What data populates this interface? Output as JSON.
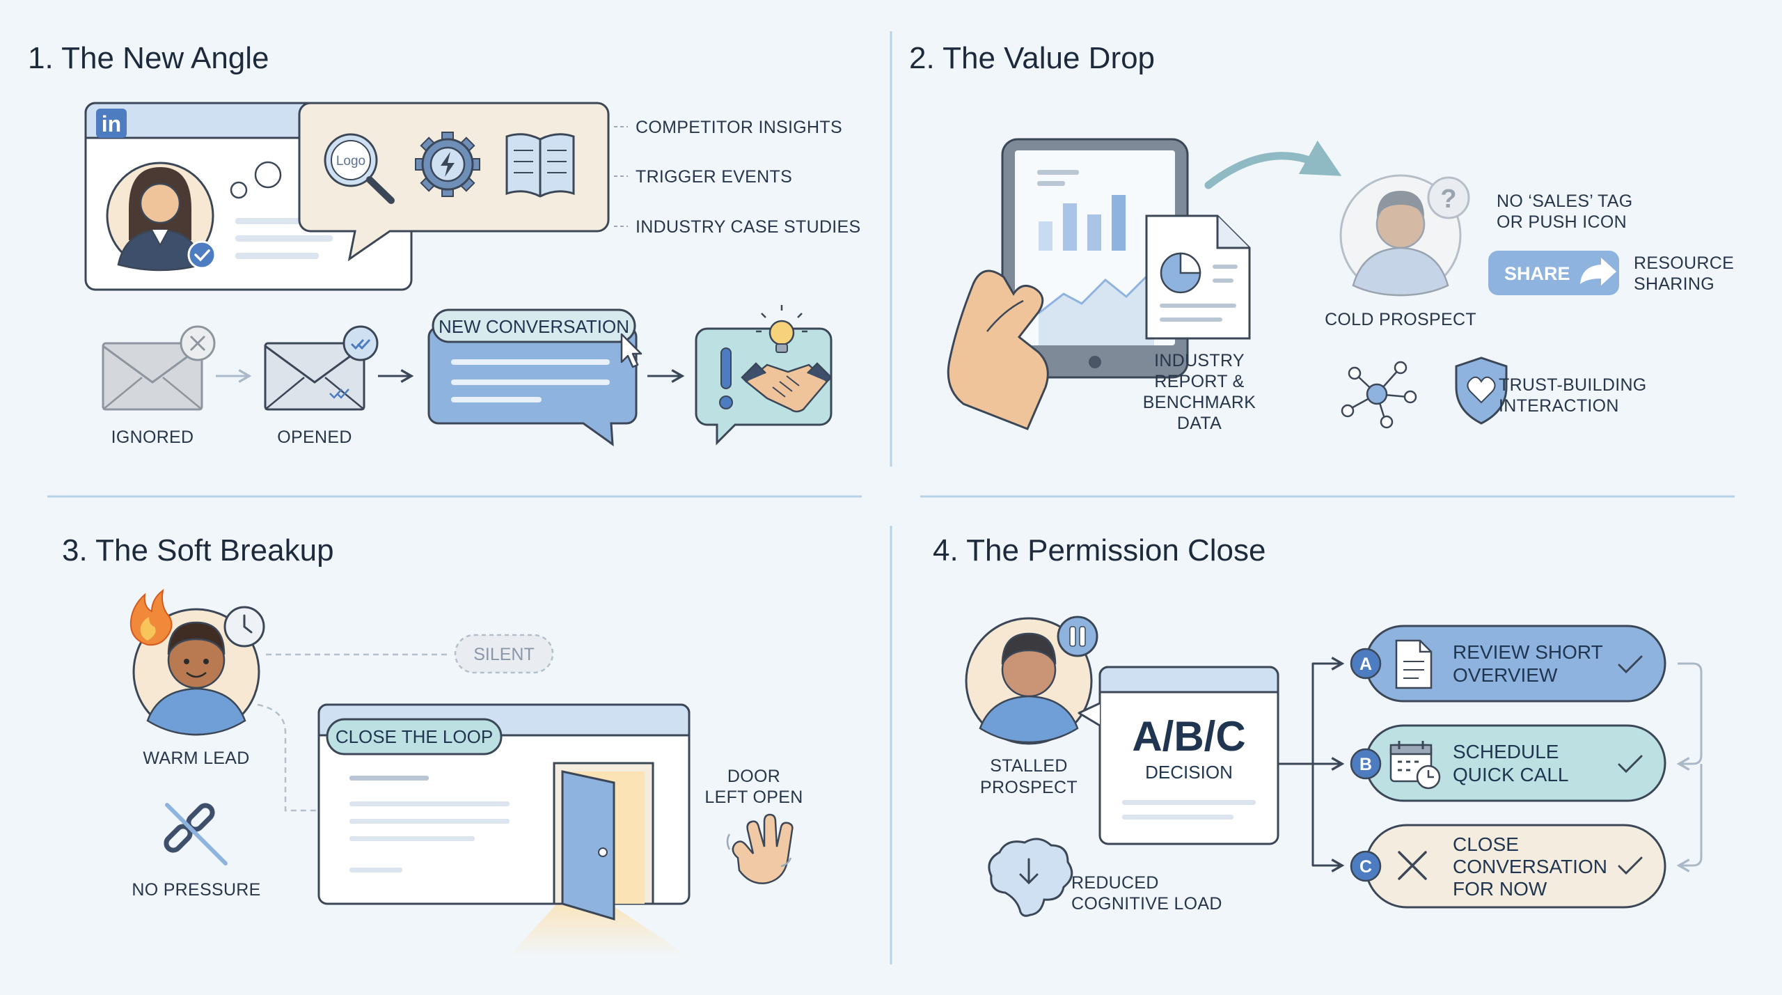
{
  "sections": {
    "s1": {
      "title": "1. The New Angle",
      "research": [
        "COMPETITOR INSIGHTS",
        "TRIGGER EVENTS",
        "INDUSTRY CASE STUDIES"
      ],
      "logo_text": "Logo",
      "linkedin": "in",
      "pill": "NEW CONVERSATION",
      "flow": [
        "IGNORED",
        "OPENED"
      ]
    },
    "s2": {
      "title": "2. The Value Drop",
      "report_lines": [
        "INDUSTRY",
        "REPORT &",
        "BENCHMARK",
        "DATA"
      ],
      "prospect": "COLD PROSPECT",
      "no_sales_lines": [
        "NO ‘SALES’ TAG",
        "OR PUSH ICON"
      ],
      "share_button": "SHARE",
      "resource_lines": [
        "RESOURCE",
        "SHARING"
      ],
      "trust_lines": [
        "TRUST-BUILDING",
        "INTERACTION"
      ]
    },
    "s3": {
      "title": "3. The Soft Breakup",
      "warm_lead": "WARM LEAD",
      "silent": "SILENT",
      "pill": "CLOSE THE LOOP",
      "door_lines": [
        "DOOR",
        "LEFT OPEN"
      ],
      "no_pressure": "NO PRESSURE"
    },
    "s4": {
      "title": "4. The Permission Close",
      "stalled_lines": [
        "STALLED",
        "PROSPECT"
      ],
      "decision_big": "A/B/C",
      "decision_label": "DECISION",
      "options": [
        {
          "badge": "A",
          "lines": [
            "REVIEW SHORT",
            "OVERVIEW"
          ]
        },
        {
          "badge": "B",
          "lines": [
            "SCHEDULE",
            "QUICK CALL"
          ]
        },
        {
          "badge": "C",
          "lines": [
            "CLOSE",
            "CONVERSATION",
            "FOR NOW"
          ]
        }
      ],
      "cognitive_lines": [
        "REDUCED",
        "COGNITIVE LOAD"
      ]
    }
  },
  "colors": {
    "background": "#f1f6fb",
    "blue": "#8fb3df",
    "blue_dark": "#4d7cc0",
    "teal": "#bde0e3",
    "cream": "#f4eddf",
    "divider": "#b7d2e6"
  }
}
